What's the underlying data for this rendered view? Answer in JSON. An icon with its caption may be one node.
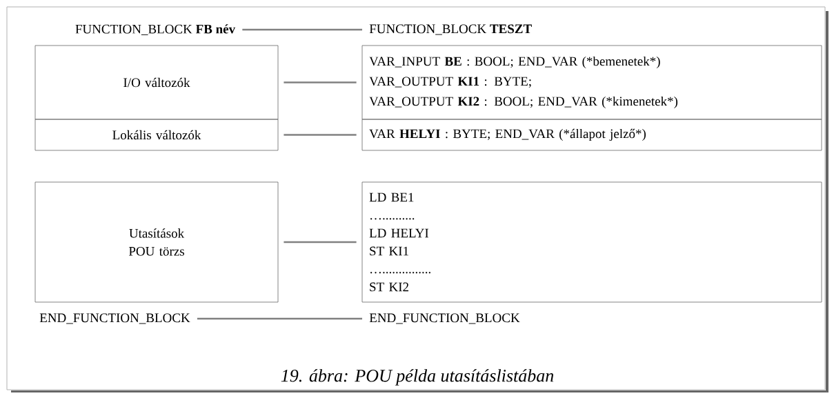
{
  "diagram": {
    "caption": "19. ábra: POU példa utasításlistában",
    "nodes": [
      {
        "text": [
          "FUNCTION_BLOCK **FB név**"
        ]
      },
      {
        "text": [
          "I/O változók"
        ]
      },
      {
        "text": [
          "Lokális változók"
        ]
      },
      {
        "text": [
          "Utasítások POU törzs"
        ]
      },
      {
        "text": [
          "END_FUNCTION_BLOCK"
        ]
      },
      {
        "text": [
          "FUNCTION_BLOCK **TESZT**"
        ]
      },
      {
        "text": [
          "VAR_INPUT **BE** : BOOL; END_VAR (*bemenetek",
          "*)",
          "VAR_OUTPUT **KI1** : BYTE;",
          "VAR_OUTPUT **KI2** : BOOL; END_VAR (*kimenetek",
          "*)"
        ]
      },
      {
        "text": [
          "VAR **HELYI** : BYTE; END_VAR (*állapot jelző",
          "*)"
        ]
      },
      {
        "text": [
          "LD BE1",
          "…..........",
          "LD HELYI",
          "ST KI1",
          "…...............",
          "ST KI2"
        ]
      },
      {
        "text": [
          "END_FUNCTION_BLOCK"
        ]
      }
    ],
    "edges": [
      {
        "from": 0,
        "to": 5,
        "arrow": "none"
      },
      {
        "from": 1,
        "to": 6,
        "arrow": "none"
      },
      {
        "from": 2,
        "to": 7,
        "arrow": "none"
      },
      {
        "from": 3,
        "to": 8,
        "arrow": "none"
      },
      {
        "from": 4,
        "to": 9,
        "arrow": "none"
      }
    ]
  }
}
